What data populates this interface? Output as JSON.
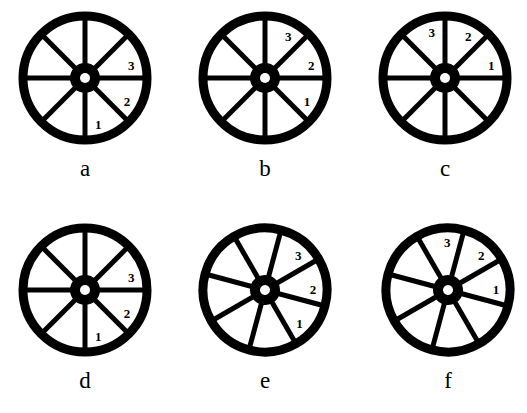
{
  "diagram": {
    "labels": [
      "3",
      "2",
      "1",
      "a",
      "3",
      "2",
      "1",
      "b",
      "3",
      "2",
      "1",
      "c",
      "3",
      "2",
      "1",
      "d",
      "3",
      "2",
      "1",
      "e",
      "3",
      "2",
      "1",
      "f"
    ]
  }
}
